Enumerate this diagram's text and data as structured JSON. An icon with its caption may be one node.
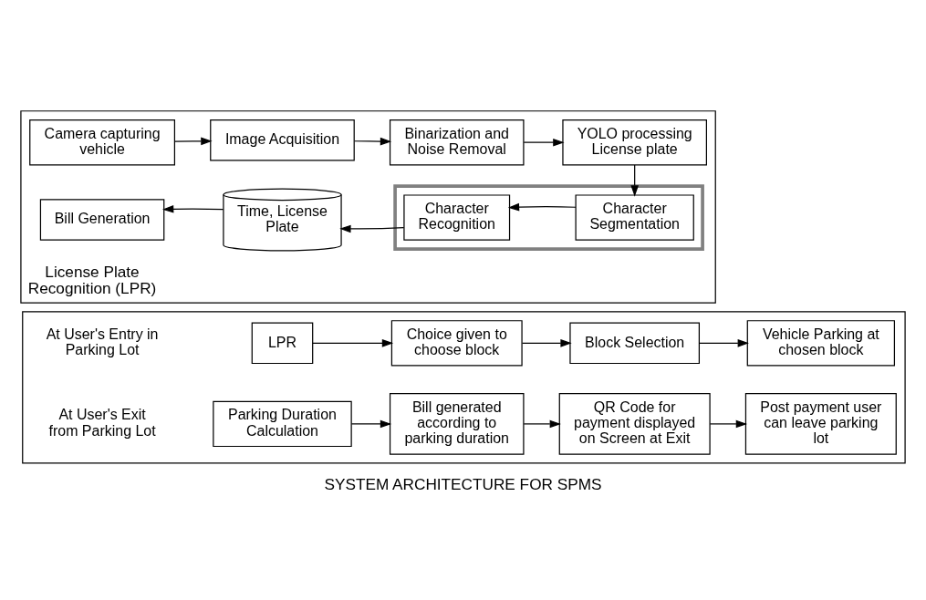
{
  "diagram": {
    "title": "SYSTEM ARCHITECTURE FOR SPMS",
    "nodes": [
      {
        "text": [
          "License Plate Recognition (LPR)"
        ]
      },
      {
        "text": [
          "Camera capturing vehicle"
        ],
        "in": 0
      },
      {
        "text": [
          "Image Acquisition"
        ],
        "in": 0
      },
      {
        "text": [
          "Binarization and Noise Removal"
        ],
        "in": 0
      },
      {
        "text": [
          "YOLO processing License plate"
        ],
        "in": 0
      },
      {
        "text": [],
        "shape": "box",
        "in": 0
      },
      {
        "text": [
          "Character Recognition"
        ],
        "in": 5
      },
      {
        "text": [
          "Character Segmentation"
        ],
        "in": 5
      },
      {
        "text": [
          "Time, License Plate"
        ],
        "in": 0
      },
      {
        "text": [
          "Bill Generation"
        ],
        "in": 0
      },
      {
        "text": [],
        "shape": "box"
      },
      {
        "text": [
          "LPR"
        ],
        "in": 10
      },
      {
        "text": [
          "Choice given to choose block"
        ],
        "in": 10
      },
      {
        "text": [
          "Block Selection"
        ],
        "in": 10
      },
      {
        "text": [
          "Vehicle Parking at chosen block"
        ],
        "in": 10
      },
      {
        "text": [
          "Parking Duration Calculation"
        ],
        "in": 10
      },
      {
        "text": [
          "Bill generated according to parking duration"
        ],
        "in": 10
      },
      {
        "text": [
          "QR Code for payment displayed on Screen at Exit"
        ],
        "in": 10
      },
      {
        "text": [
          "Post payment user can leave parking lot"
        ],
        "in": 10
      }
    ],
    "edges": [
      {
        "from": 1,
        "to": 2,
        "arrow": "to"
      },
      {
        "from": 2,
        "to": 3,
        "arrow": "to"
      },
      {
        "from": 3,
        "to": 4,
        "arrow": "to"
      },
      {
        "from": 4,
        "to": 7,
        "arrow": "to"
      },
      {
        "from": 7,
        "to": 6,
        "arrow": "to"
      },
      {
        "from": 6,
        "to": 8,
        "arrow": "to"
      },
      {
        "from": 8,
        "to": 9,
        "arrow": "to"
      },
      {
        "from": 11,
        "to": 12,
        "arrow": "to"
      },
      {
        "from": 12,
        "to": 13,
        "arrow": "to"
      },
      {
        "from": 13,
        "to": 14,
        "arrow": "to"
      },
      {
        "from": 15,
        "to": 16,
        "arrow": "to"
      },
      {
        "from": 16,
        "to": 17,
        "arrow": "to"
      },
      {
        "from": 17,
        "to": 18,
        "arrow": "to"
      }
    ],
    "labels": [
      "At User's Entry in Parking Lot",
      "At User's Exit from Parking Lot"
    ]
  }
}
